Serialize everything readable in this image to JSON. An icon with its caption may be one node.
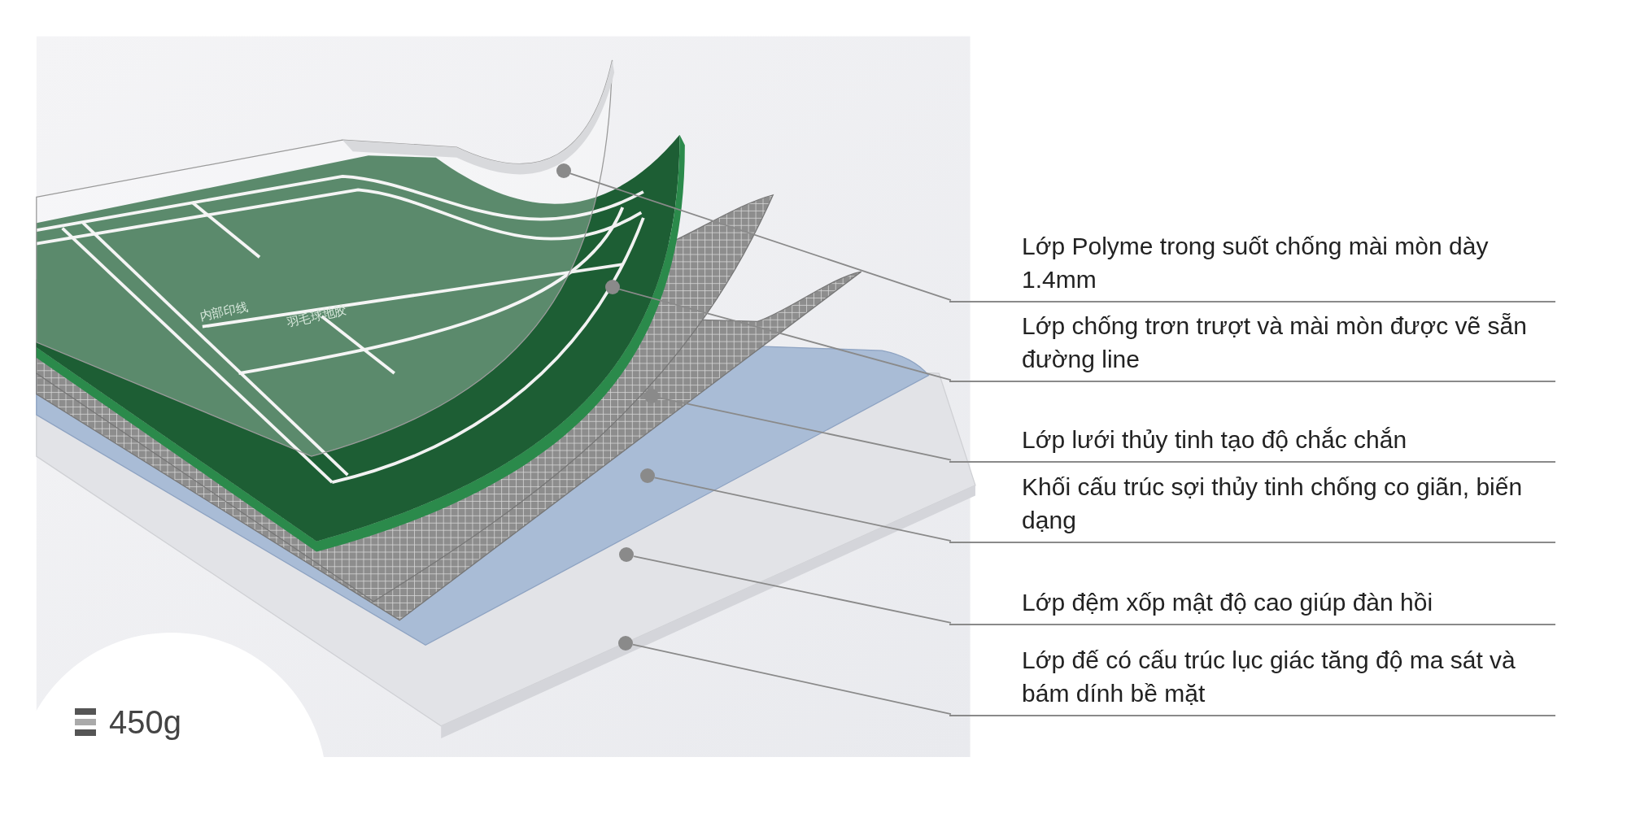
{
  "diagram": {
    "nodes": [
      {
        "text": [
          "Lớp Polyme trong suốt chống mài mòn dày 1.4mm"
        ]
      },
      {
        "text": [
          "Lớp chống trơn trượt và mài mòn được vẽ sẵn đường line"
        ]
      },
      {
        "text": [
          "Lớp lưới thủy tinh tạo độ chắc chắn"
        ]
      },
      {
        "text": [
          "Khối cấu trúc sợi thủy tinh chống co giãn, biến dạng"
        ]
      },
      {
        "text": [
          "Lớp đệm xốp mật độ cao giúp đàn hồi"
        ]
      },
      {
        "text": [
          "Lớp đế có cấu trúc lục giác tăng độ ma sát và bám dính bề mặt"
        ]
      },
      {
        "text": [],
        "shape": "circle"
      },
      {
        "text": [],
        "shape": "circle"
      },
      {
        "text": [],
        "shape": "circle"
      },
      {
        "text": [],
        "shape": "circle"
      },
      {
        "text": [],
        "shape": "circle"
      },
      {
        "text": [],
        "shape": "circle"
      }
    ],
    "edges": [
      {
        "from": 0,
        "to": 6,
        "arrow": "none"
      },
      {
        "from": 1,
        "to": 7,
        "arrow": "none"
      },
      {
        "from": 2,
        "to": 8,
        "arrow": "none"
      },
      {
        "from": 3,
        "to": 9,
        "arrow": "none"
      },
      {
        "from": 4,
        "to": 10,
        "arrow": "none"
      },
      {
        "from": 5,
        "to": 11,
        "arrow": "none"
      }
    ],
    "labels": [
      "内部印线",
      "羽毛球地胶",
      "450g"
    ]
  }
}
